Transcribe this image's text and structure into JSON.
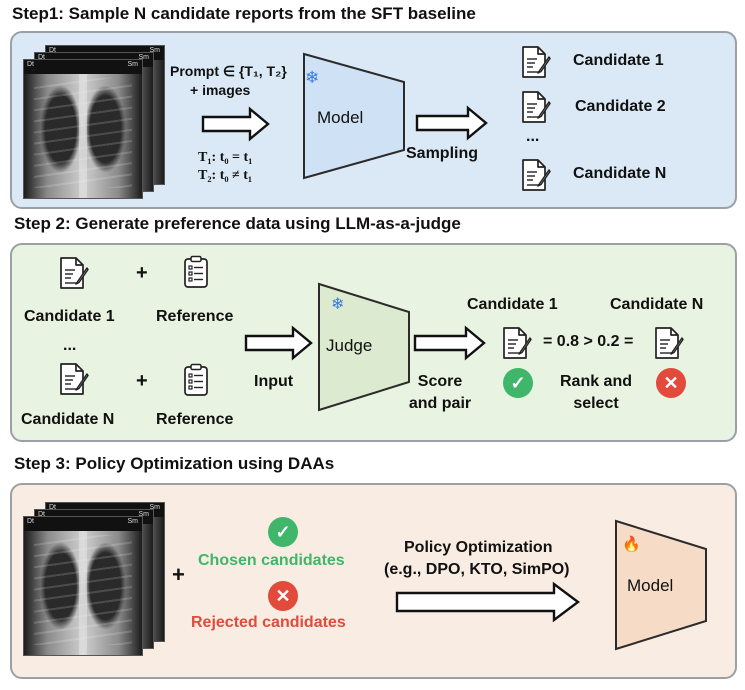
{
  "step1": {
    "title": "Step1: Sample N candidate reports from the SFT baseline",
    "prompt_line": "Prompt ∈ {T₁, T₂}",
    "images_line": "+ images",
    "model_label": "Model",
    "t1_formula": "T₁: t₀ = t₁",
    "t2_formula": "T₂: t₀ ≠ t₁",
    "sampling_label": "Sampling",
    "candidates": [
      "Candidate 1",
      "Candidate 2",
      "Candidate N"
    ],
    "ellipsis": "...",
    "xray_corner_left": "Dt",
    "xray_corner_right": "Sm"
  },
  "step2": {
    "title": "Step 2: Generate preference data using LLM-as-a-judge",
    "candidate_1": "Candidate 1",
    "candidate_n": "Candidate N",
    "reference": "Reference",
    "plus": "+",
    "ellipsis": "...",
    "input_label": "Input",
    "judge_label": "Judge",
    "score_label": "Score and pair",
    "right_candidate_1": "Candidate 1",
    "right_candidate_n": "Candidate N",
    "score_compare": "= 0.8 > 0.2 =",
    "rank_label": "Rank and select"
  },
  "step3": {
    "title": "Step 3: Policy Optimization using DAAs",
    "plus": "+",
    "chosen": "Chosen candidates",
    "rejected": "Rejected candidates",
    "policy_line1": "Policy Optimization",
    "policy_line2": "(e.g., DPO, KTO, SimPO)",
    "model_label": "Model",
    "xray_corner_left": "Dt",
    "xray_corner_right": "Sm"
  },
  "icons": {
    "snowflake": "❄",
    "fire": "🔥",
    "check": "✓",
    "cross": "✕"
  },
  "colors": {
    "step1_bg": "#dbe9f6",
    "step2_bg": "#e9f3e1",
    "step3_bg": "#f9ece2",
    "model1_fill": "#cfe2f5",
    "judge_fill": "#dcebd0",
    "model3_fill": "#f6dcc7",
    "chosen_green": "#3fb66a",
    "rejected_red": "#e24a3b"
  }
}
